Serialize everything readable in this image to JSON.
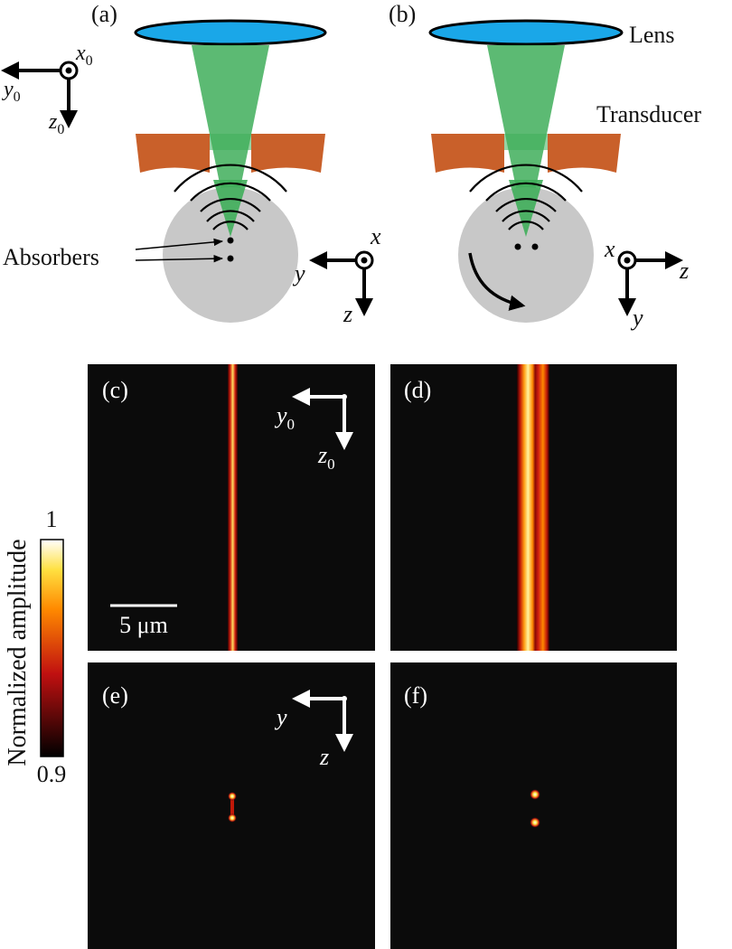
{
  "panels": {
    "a": "(a)",
    "b": "(b)",
    "c": "(c)",
    "d": "(d)",
    "e": "(e)",
    "f": "(f)"
  },
  "labels": {
    "lens": "Lens",
    "transducer": "Transducer",
    "absorbers": "Absorbers"
  },
  "axes_a_top": {
    "x": "x",
    "x_sub": "0",
    "y": "y",
    "y_sub": "0",
    "z": "z",
    "z_sub": "0"
  },
  "axes_a_bottom": {
    "x": "x",
    "y": "y",
    "z": "z"
  },
  "axes_b": {
    "x": "x",
    "y": "y",
    "z": "z"
  },
  "axes_c": {
    "y": "y",
    "y_sub": "0",
    "z": "z",
    "z_sub": "0"
  },
  "axes_e": {
    "y": "y",
    "z": "z"
  },
  "scale_bar": "5 μm",
  "colorbar": {
    "title": "Normalized amplitude",
    "max": "1",
    "min": "0.9"
  },
  "colors": {
    "lens": "#1aa7e8",
    "beam": "#3fae5a",
    "transducer": "#c9602a",
    "sample": "#c8c8c8",
    "image_bg": "#0b0b0b"
  }
}
